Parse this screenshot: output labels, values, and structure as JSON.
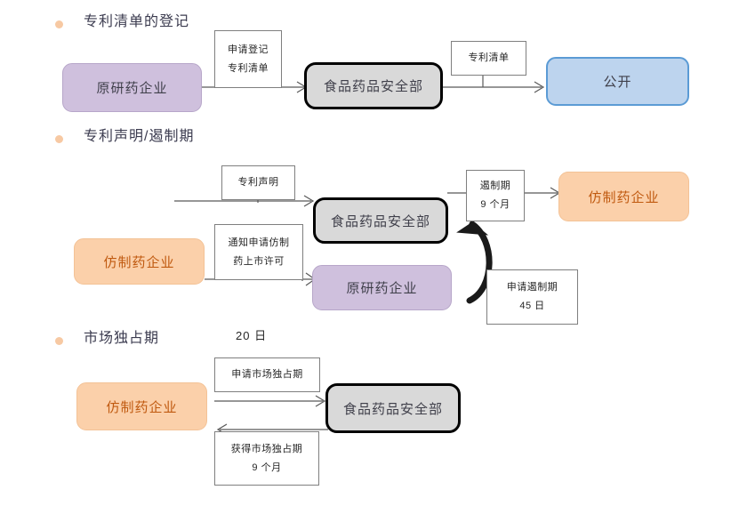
{
  "diagram": {
    "title_hidden": "",
    "colors": {
      "bullet": "#f7c9a3",
      "purple_node": "#cfc0dd",
      "gray_node": "#d9d9d9",
      "blue_node": "#bdd4ee",
      "orange_node": "#fbd0aa",
      "orange_text": "#c05a10",
      "connector": "#595959",
      "curve": "#1a1a1a"
    }
  },
  "sections": [
    {
      "id": "patent-list-registration",
      "title": "专利清单的登记",
      "nodes": [
        {
          "id": "originator-1",
          "label": "原研药企业",
          "style": "purple"
        },
        {
          "id": "mfds-1",
          "label": "食品药品安全部",
          "style": "gray"
        },
        {
          "id": "public-1",
          "label": "公开",
          "style": "blue"
        }
      ],
      "labels": [
        {
          "id": "apply-registration",
          "lines": [
            "申请登记",
            "专利清单"
          ]
        },
        {
          "id": "patent-list",
          "lines": [
            "专利清单"
          ]
        }
      ]
    },
    {
      "id": "patent-statement-stay-period",
      "title": "专利声明/遏制期",
      "nodes": [
        {
          "id": "mfds-2",
          "label": "食品药品安全部",
          "style": "gray"
        },
        {
          "id": "generic-2",
          "label": "仿制药企业",
          "style": "orange"
        },
        {
          "id": "generic-2b",
          "label": "仿制药企业",
          "style": "orange"
        },
        {
          "id": "originator-2",
          "label": "原研药企业",
          "style": "purple"
        }
      ],
      "labels": [
        {
          "id": "patent-statement",
          "lines": [
            "专利声明"
          ]
        },
        {
          "id": "stay-period",
          "lines": [
            "遏制期",
            "9 个月"
          ]
        },
        {
          "id": "notify-generic-application",
          "lines": [
            "通知申请仿制",
            "药上市许可"
          ]
        },
        {
          "id": "apply-stay-period",
          "lines": [
            "申请遏制期",
            "45 日"
          ]
        }
      ]
    },
    {
      "id": "market-exclusivity-period",
      "title": "市场独占期",
      "floating_text": "20 日",
      "nodes": [
        {
          "id": "generic-3",
          "label": "仿制药企业",
          "style": "orange"
        },
        {
          "id": "mfds-3",
          "label": "食品药品安全部",
          "style": "gray"
        }
      ],
      "labels": [
        {
          "id": "apply-market-exclusivity",
          "lines": [
            "申请市场独占期"
          ]
        },
        {
          "id": "obtain-market-exclusivity",
          "lines": [
            "获得市场独占期",
            "9 个月"
          ]
        }
      ]
    }
  ]
}
